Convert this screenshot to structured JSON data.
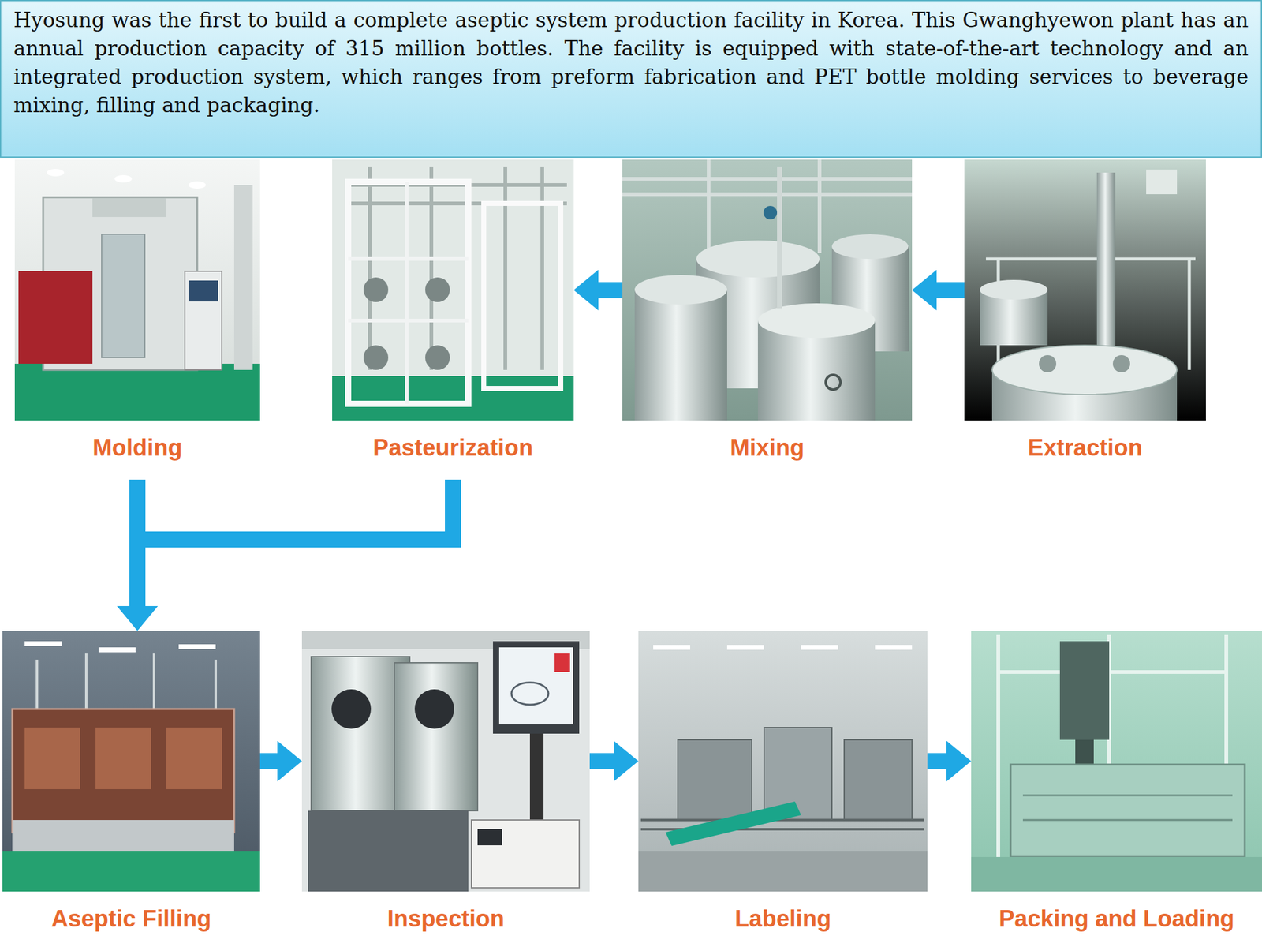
{
  "diagram": {
    "nodes": [
      {
        "text": [
          "Hyosung was the first to build a complete aseptic system production facility in Korea. This Gwanghyewon plant has an annual production capacity of 315 million bottles. The facility is equipped with state-of-the-art technology and an integrated production system, which ranges from preform fabrication and PET bottle molding services to beverage mixing, filling and packaging."
        ]
      },
      {
        "text": [
          "Molding"
        ]
      },
      {
        "text": [
          "Pasteurization"
        ]
      },
      {
        "text": [
          "Mixing"
        ]
      },
      {
        "text": [
          "Extraction"
        ]
      },
      {
        "text": [
          "Aseptic Filling"
        ]
      },
      {
        "text": [
          "Inspection"
        ]
      },
      {
        "text": [
          "Labeling"
        ]
      },
      {
        "text": [
          "Packing and Loading"
        ]
      }
    ],
    "edges": [
      {
        "from": 4,
        "to": 3,
        "arrow": "to"
      },
      {
        "from": 3,
        "to": 2,
        "arrow": "to"
      },
      {
        "from": 1,
        "to": 5,
        "arrow": "to"
      },
      {
        "from": 2,
        "to": 5,
        "arrow": "to"
      },
      {
        "from": 5,
        "to": 6,
        "arrow": "to"
      },
      {
        "from": 6,
        "to": 7,
        "arrow": "to"
      },
      {
        "from": 7,
        "to": 8,
        "arrow": "to"
      }
    ]
  }
}
